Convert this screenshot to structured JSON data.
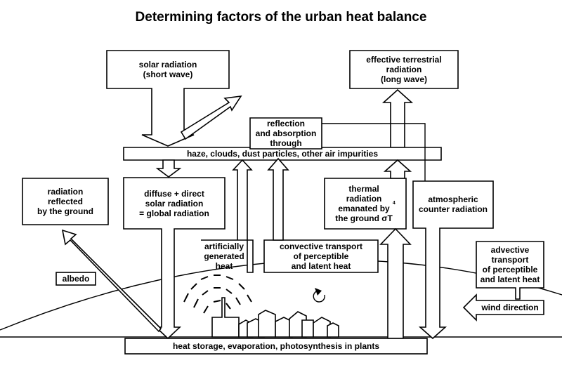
{
  "title": "Determining factors of the urban heat balance",
  "labels": {
    "solar": "solar radiation\n(short wave)",
    "terrestrial": "effective terrestrial\nradiation\n(long wave)",
    "reflection": "reflection\nand absorption\nthrough",
    "haze": "haze, clouds, dust particles, other air impurities",
    "reflected": "radiation\nreflected\nby the ground",
    "global": "diffuse + direct\nsolar radiation\n= global radiation",
    "thermal": "thermal\nradiation\nemanated by\nthe ground σT",
    "thermal_sup": "4",
    "counter": "atmospheric\ncounter radiation",
    "artificial": "artificially\ngenerated\nheat",
    "convective": "convective transport\nof perceptible\nand latent heat",
    "advective": "advective\ntransport\nof perceptible\nand latent heat",
    "albedo": "albedo",
    "wind": "wind direction",
    "storage": "heat storage, evaporation, photosynthesis in plants"
  }
}
